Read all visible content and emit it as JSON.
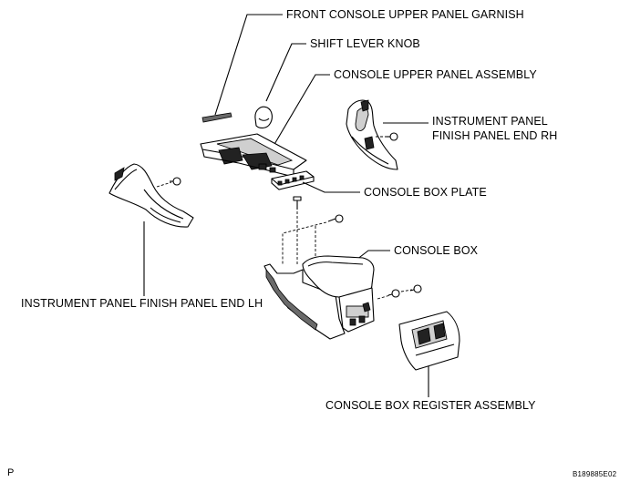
{
  "labels": {
    "front_console_upper_panel_garnish": "FRONT CONSOLE UPPER PANEL GARNISH",
    "shift_lever_knob": "SHIFT LEVER KNOB",
    "console_upper_panel_assembly": "CONSOLE UPPER PANEL ASSEMBLY",
    "instrument_panel_finish_panel_end_rh_line1": "INSTRUMENT PANEL",
    "instrument_panel_finish_panel_end_rh_line2": "FINISH PANEL END RH",
    "console_box_plate": "CONSOLE BOX PLATE",
    "console_box": "CONSOLE BOX",
    "instrument_panel_finish_panel_end_lh": "INSTRUMENT PANEL FINISH PANEL END LH",
    "console_box_register_assembly": "CONSOLE BOX REGISTER ASSEMBLY"
  },
  "footer": {
    "corner_letter": "P",
    "figure_code": "B189885E02"
  }
}
